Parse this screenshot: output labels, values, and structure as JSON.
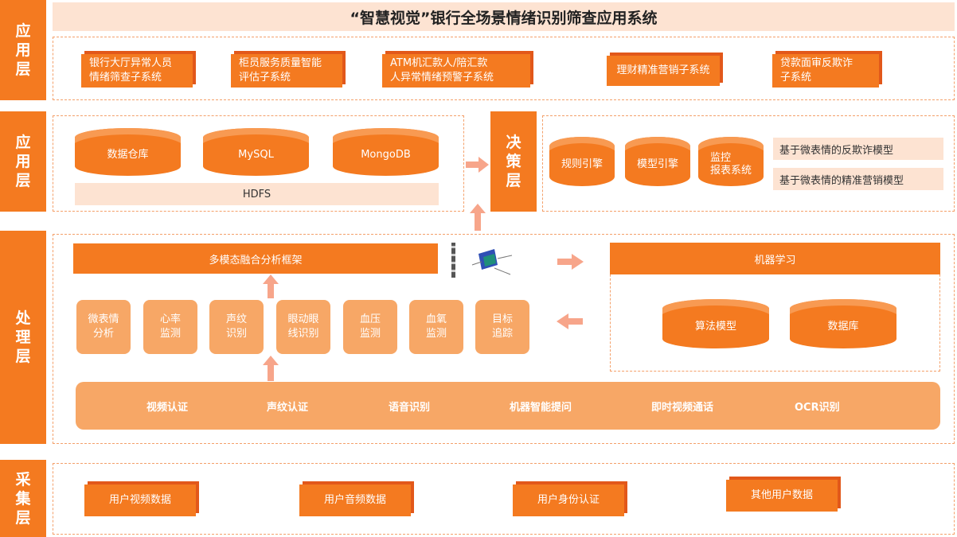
{
  "title": "“智慧视觉”银行全场景情绪识别筛查应用系统",
  "layers": {
    "app": "应用层",
    "data": "应用层",
    "decision": "决策层",
    "process": "处理层",
    "collect": "采集层"
  },
  "app_systems": [
    "银行大厅异常人员\n情绪筛查子系统",
    "柜员服务质量智能\n评估子系统",
    "ATM机汇款人/陪汇款\n人异常情绪预警子系统",
    "理财精准营销子系统",
    "贷款面审反欺诈\n子系统"
  ],
  "storage": {
    "items": [
      "数据仓库",
      "MySQL",
      "MongoDB"
    ],
    "hdfs": "HDFS"
  },
  "decision_engines": [
    "规则引擎",
    "模型引擎",
    "监控\n报表系统"
  ],
  "decision_models": [
    "基于微表情的反欺诈模型",
    "基于微表情的精准营销模型"
  ],
  "framework": "多模态融合分析框架",
  "analysis_modules": [
    "微表情\n分析",
    "心率\n监测",
    "声纹\n识别",
    "眼动眼\n线识别",
    "血压\n监测",
    "血氧\n监测",
    "目标\n追踪"
  ],
  "ml": {
    "title": "机器学习",
    "items": [
      "算法模型",
      "数据库"
    ]
  },
  "recognition": [
    "视频认证",
    "声纹认证",
    "语音识别",
    "机器智能提问",
    "即时视频通话",
    "OCR识别"
  ],
  "collect_items": [
    "用户视频数据",
    "用户音频数据",
    "用户身份认证",
    "其他用户数据"
  ],
  "colors": {
    "accent": "#f47a20",
    "light": "#fde3d2",
    "pill": "#f7a766",
    "shadow": "#e2581a",
    "dash": "#f4a06a"
  }
}
